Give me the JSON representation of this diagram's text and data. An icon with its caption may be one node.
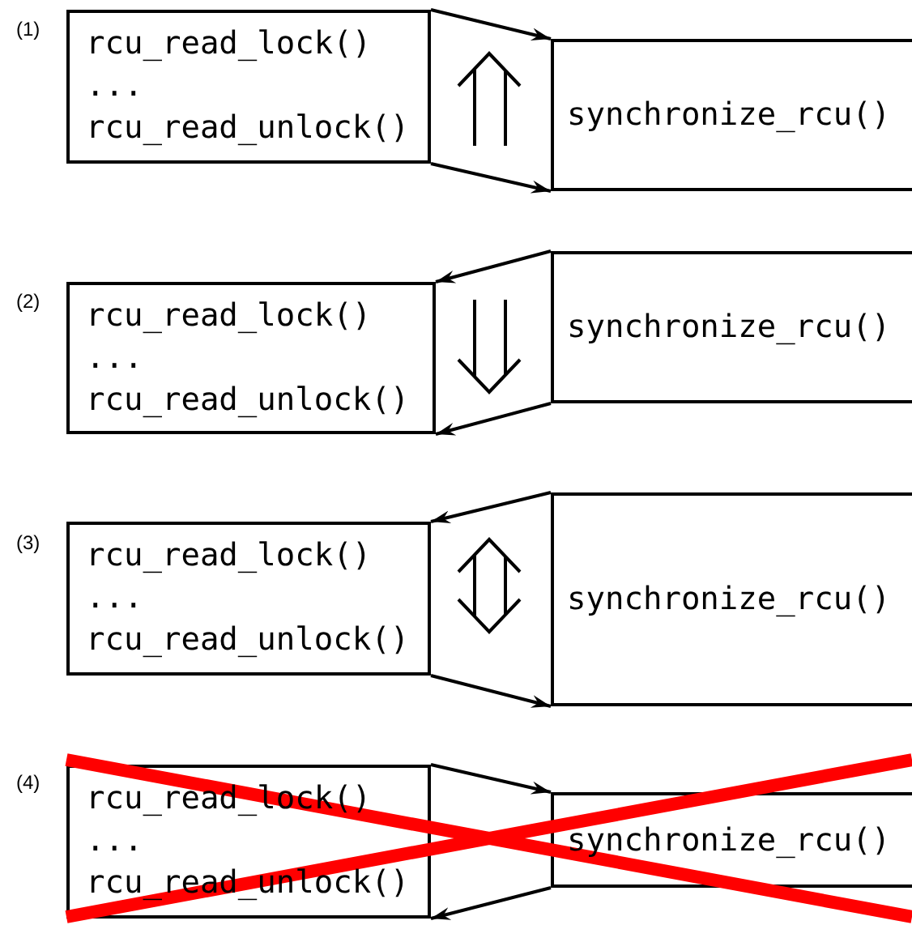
{
  "diagram": {
    "nodes": [
      {
        "text": [
          "rcu_read_lock() ... rcu_read_unlock()"
        ]
      },
      {
        "text": [
          "synchronize_rcu()"
        ]
      },
      {
        "text": [
          "rcu_read_lock() ... rcu_read_unlock()"
        ]
      },
      {
        "text": [
          "synchronize_rcu()"
        ]
      },
      {
        "text": [
          "rcu_read_lock() ... rcu_read_unlock()"
        ]
      },
      {
        "text": [
          "synchronize_rcu()"
        ]
      },
      {
        "text": [
          "rcu_read_lock() ... rcu_read_unlock()"
        ]
      },
      {
        "text": [
          "synchronize_rcu()"
        ]
      }
    ],
    "edges": [
      {
        "from": 0,
        "to": 1,
        "arrow": "to"
      },
      {
        "from": 0,
        "to": 1,
        "arrow": "to"
      },
      {
        "from": 3,
        "to": 2,
        "arrow": "to"
      },
      {
        "from": 3,
        "to": 2,
        "arrow": "to"
      },
      {
        "from": 5,
        "to": 4,
        "arrow": "to"
      },
      {
        "from": 4,
        "to": 5,
        "arrow": "to"
      },
      {
        "from": 6,
        "to": 7,
        "arrow": "to"
      },
      {
        "from": 7,
        "to": 6,
        "arrow": "to"
      }
    ],
    "labels": [
      "(1)",
      "(2)",
      "(3)",
      "(4)"
    ]
  }
}
